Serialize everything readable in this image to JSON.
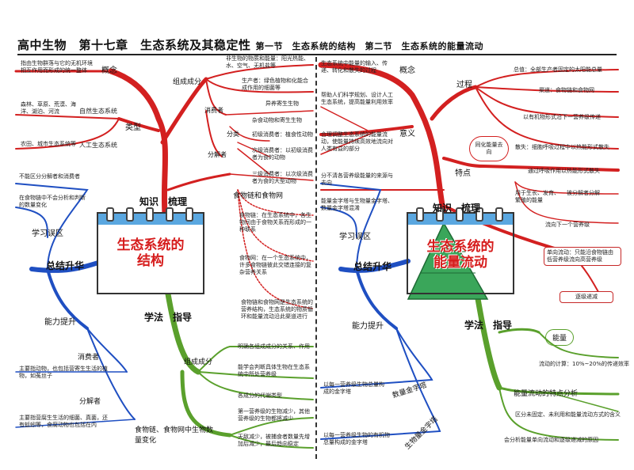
{
  "title": {
    "main": "高中生物　第十七章　生态系统及其稳定性",
    "sub": "第一节　生态系统的结构　第二节　生态系统的能量流动"
  },
  "left": {
    "center": "生态系统的结构",
    "branches": {
      "zhishi_a": "知识",
      "zhishi_b": "梳理",
      "xuefa_a": "学法",
      "xuefa_b": "指导",
      "summary": "总结升华",
      "tips": "学习误区",
      "ability": "能力提升"
    },
    "concept": {
      "label": "概念",
      "text": "指由生物群落与它的无机环境相互作用而形成的统一整体"
    },
    "types": {
      "label": "类型",
      "natural": "自然生态系统",
      "natural_ex": "森林、草原、荒漠、海洋、湖泊、河流",
      "artificial": "人工生态系统",
      "artificial_ex": "农田、城市生态系统等"
    },
    "composition": {
      "label": "组成成分",
      "abiotic": "非生物的物质和能量：阳光热能、水、空气、无机盐等",
      "producer": "生产者：绿色植物和化能合成作用的细菌等",
      "consumer": "消费者",
      "decomposer": "分解者",
      "classify": "分类",
      "c1": "异养寄生生物",
      "c2": "杂食动物和寄生生物",
      "c3": "初级消费者：植食性动物",
      "c4": "次级消费者：以初级消费者为食的动物",
      "c5": "三级消费者：以次级消费者为食的大型动物"
    },
    "foodchain": {
      "label": "食物链和食物网",
      "chain": "食物链：在生态系统中，各生物间由于食物关系而形成的一种联系",
      "web": "食物网：在一个生态系统中，许多食物链彼此交错连接的复杂营养关系",
      "note": "食物链和食物网是生态系统的营养结构，生态系统的物质循环和能量流动沿此渠道进行"
    },
    "xuefa": {
      "comp": "组成成分",
      "b1": "明确各组成成分的关系、作用",
      "b2": "能学会判断具体生物在生态系统中所处营养级",
      "b3": "各成分的代谢类型",
      "chain": "食物链、食物网中生物数量变化",
      "b4": "第一营养级的生物减少，其他营养级的生物都将减少",
      "b5": "天敌减少，被捕食者数量先增加后减少，最后趋向稳定"
    },
    "tips": {
      "t1": "不能区分分解者和消费者",
      "t2": "在食物链中不会分析和判断的数量变化"
    },
    "ability": {
      "consumer": "消费者",
      "decomposer": "分解者",
      "t1": "主要指动物，也包括营寄生生活的植物，如菟丝子",
      "t2": "主要指营腐生生活的细菌、真菌，还有蚯蚓等，食腐动物也包括在内"
    }
  },
  "right": {
    "center": "生态系统的能量流动",
    "branches": {
      "zhishi_a": "知识",
      "zhishi_b": "梳理",
      "xuefa_a": "学法",
      "xuefa_b": "指导",
      "summary": "总结升华",
      "tips": "学习误区",
      "ability": "能力提升"
    },
    "concept": {
      "label": "概念",
      "text": "生态系统中能量的输入、传递、转化和散失的过程"
    },
    "meaning": {
      "label": "意义",
      "m1": "帮助人们科学规划、设计人工生态系统，提高能量利用效率",
      "m2": "合理调整生态系统的能量流动，使能量持续高效地流向对人类有益的部分"
    },
    "process": {
      "label": "过程",
      "p1": "总值：全部生产者固定的太阳能总量",
      "p2": "渠道：食物链和食物网",
      "p3": "以有机物形式沿下一营养级传递",
      "p4": "散失：细胞呼吸过程中以热能形式散失",
      "p5": "通过呼吸作用以热能形式散失",
      "p6": "用于生长、发育、繁殖的能量",
      "p7": "被分解者分解",
      "p8": "流向下一个营养级"
    },
    "feature": {
      "label": "特点",
      "tongHua": "同化能量去向",
      "one": "单向流动：只能沿食物链由低营养级流向高营养级",
      "dec": "逐级递减"
    },
    "tips": {
      "t1": "分不清各营养级能量的来源与去向",
      "t2": "能量金字塔与生物量金字塔、数量金字塔混淆"
    },
    "ability": {
      "label": "数量金字塔",
      "label2": "生物量金字塔",
      "a1": "以每一营养级生物总量构成的金字塔",
      "a2": "以每一营养级生物的有机物总量构成的金字塔"
    },
    "xuefa": {
      "energy": "能量",
      "calc": "流动的计算：10%~20%的传递效率",
      "feat": "能量流动的特点分析",
      "f1": "区分未固定、未利用和能量流动方式的含义",
      "f2": "会分析能量单向流动和逐级递减的原因"
    }
  }
}
